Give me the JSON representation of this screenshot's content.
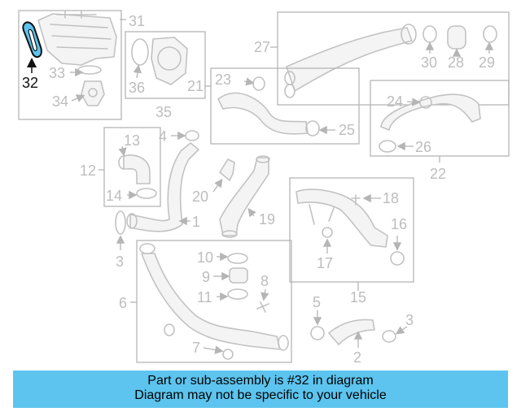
{
  "callouts": {
    "c1": "1",
    "c2": "2",
    "c3a": "3",
    "c3b": "3",
    "c4": "4",
    "c5": "5",
    "c6": "6",
    "c7": "7",
    "c8": "8",
    "c9": "9",
    "c10": "10",
    "c11": "11",
    "c12": "12",
    "c13": "13",
    "c14": "14",
    "c15": "15",
    "c16": "16",
    "c17": "17",
    "c18": "18",
    "c19": "19",
    "c20": "20",
    "c21": "21",
    "c22": "22",
    "c23": "23",
    "c24": "24",
    "c25": "25",
    "c26": "26",
    "c27": "27",
    "c28": "28",
    "c29": "29",
    "c30": "30",
    "c31": "31",
    "c32": "32",
    "c33": "33",
    "c34": "34",
    "c35": "35",
    "c36": "36"
  },
  "highlight": {
    "part_number": "32",
    "color": "#5cc4ee"
  },
  "banner": {
    "line1": "Part or sub-assembly is #32 in diagram",
    "line2": "Diagram may not be specific to your vehicle",
    "color": "#5cc4ee"
  }
}
